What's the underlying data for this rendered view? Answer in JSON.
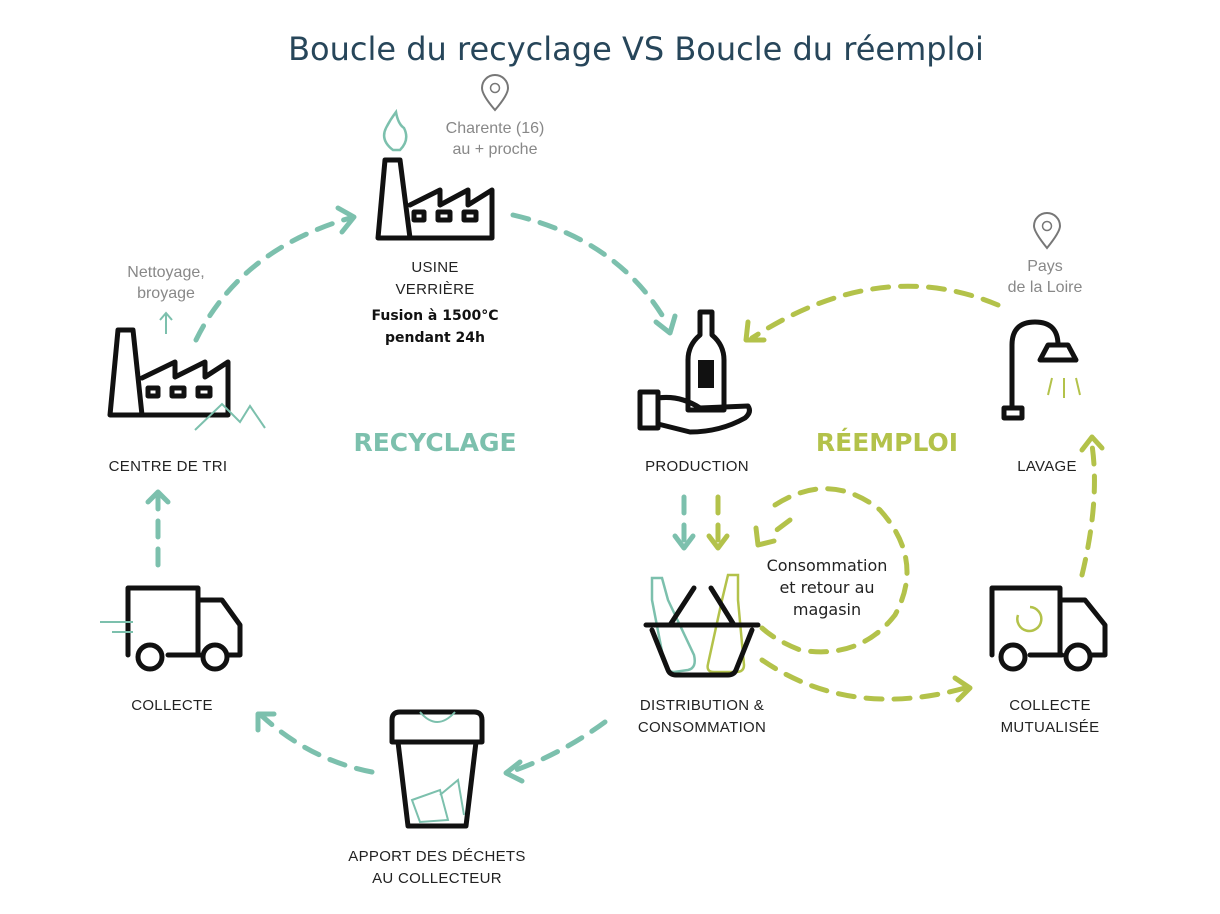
{
  "title": "Boucle du recyclage VS Boucle du réemploi",
  "colors": {
    "recycling": "#7cc0ad",
    "reuse": "#b3c24a",
    "title": "#27465a"
  },
  "loops": {
    "recycling": "RECYCLAGE",
    "reuse": "RÉEMPLOI"
  },
  "nodes": {
    "usine": {
      "line1": "USINE",
      "line2": "VERRIÈRE",
      "detail1": "Fusion à 1500°C",
      "detail2": "pendant 24h",
      "location1": "Charente (16)",
      "location2": "au + proche"
    },
    "centre_tri": {
      "label": "CENTRE DE TRI",
      "note1": "Nettoyage,",
      "note2": "broyage"
    },
    "production": {
      "label": "PRODUCTION"
    },
    "lavage": {
      "label": "LAVAGE",
      "location1": "Pays",
      "location2": "de la Loire"
    },
    "collecte": {
      "label": "COLLECTE"
    },
    "collecte_mutualisee": {
      "line1": "COLLECTE",
      "line2": "MUTUALISÉE"
    },
    "distribution": {
      "line1": "DISTRIBUTION &",
      "line2": "CONSOMMATION"
    },
    "apport": {
      "line1": "APPORT DES DÉCHETS",
      "line2": "AU COLLECTEUR"
    }
  },
  "consumption_loop": {
    "line1": "Consommation",
    "line2": "et retour au",
    "line3": "magasin"
  }
}
